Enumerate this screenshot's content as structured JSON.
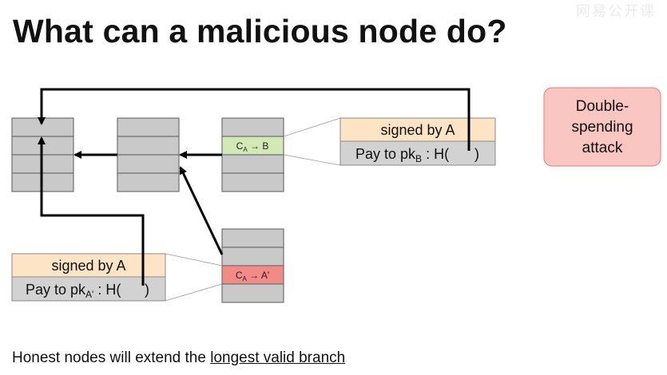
{
  "title": "What can a malicious node do?",
  "watermark": "网易公开课",
  "callout": {
    "line1": "Double-",
    "line2": "spending",
    "line3": "attack",
    "fill": "#f9c6c1",
    "stroke": "#e78d88"
  },
  "tx_top": {
    "signed": "signed by A",
    "pay_prefix": "Pay to pk",
    "pay_sub": "B",
    "pay_suffix": " : H(",
    "close": ")"
  },
  "tx_bottom": {
    "signed": "signed by A",
    "pay_prefix": "Pay to pk",
    "pay_sub": "A'",
    "pay_suffix": " : H(",
    "close": ")"
  },
  "block_top_label": {
    "base": "C",
    "sub": "A",
    "rest": " → B"
  },
  "block_bottom_label": {
    "base": "C",
    "sub": "A",
    "rest": " → A'"
  },
  "caption": {
    "prefix": "Honest nodes will extend the ",
    "emphasis": "longest valid branch"
  },
  "colors": {
    "block_fill": "#c9c9c9",
    "block_stroke": "#707070",
    "tx_header": "#fde4c5",
    "tx_body": "#d2d2d2",
    "green_cell": "#d3e9b5",
    "red_cell": "#f28a85"
  }
}
